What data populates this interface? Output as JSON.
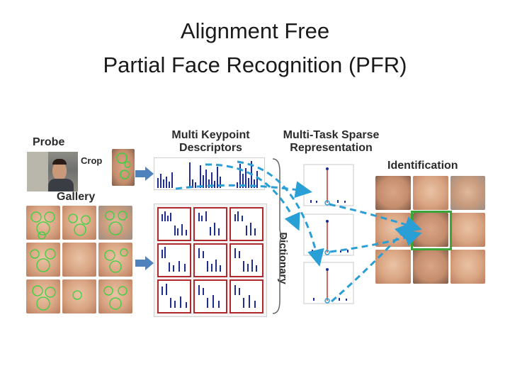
{
  "title": {
    "line1": "Alignment Free",
    "line2": "Partial Face Recognition (PFR)"
  },
  "diagram": {
    "probe_label": "Probe",
    "crop_label": "Crop",
    "gallery_label": "Gallery",
    "descriptors_label_line1": "Multi Keypoint",
    "descriptors_label_line2": "Descriptors",
    "sparse_label_line1": "Multi-Task Sparse",
    "sparse_label_line2": "Representation",
    "identification_label": "Identification",
    "dictionary_label": "Dictionary"
  },
  "colors": {
    "arrow_dashed": "#2a9fd6",
    "flow_arrow": "#4f81bd",
    "dictionary_border": "#b0282c",
    "histogram_bar": "#1f2d8f",
    "keypoint_overlay": "#39d23f",
    "identified_box": "#3aa63a",
    "stem_red": "#c0392b"
  },
  "icons": {
    "flow": "block-arrow-right-icon",
    "keypoints": "keypoint-mesh-icon"
  }
}
